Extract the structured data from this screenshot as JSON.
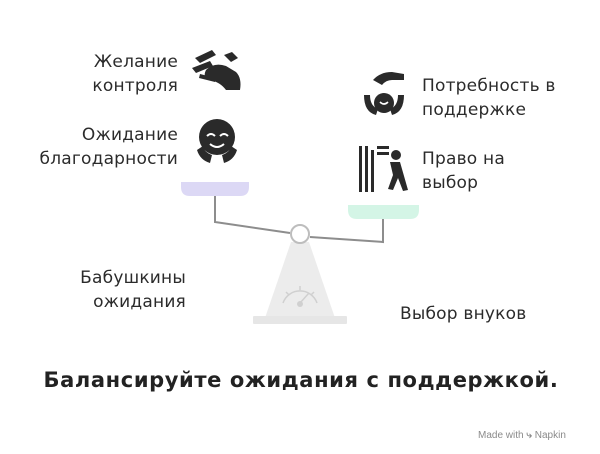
{
  "left_items": [
    {
      "label_line1": "Желание",
      "label_line2": "контроля",
      "icon": "hand-control-icon"
    },
    {
      "label_line1": "Ожидание",
      "label_line2": "благодарности",
      "icon": "grateful-face-icon"
    }
  ],
  "right_items": [
    {
      "label_line1": "Потребность в",
      "label_line2": "поддержке",
      "icon": "support-hand-icon"
    },
    {
      "label_line1": "Право на",
      "label_line2": "выбор",
      "icon": "choice-walk-icon"
    }
  ],
  "left_side_label_line1": "Бабушкины",
  "left_side_label_line2": "ожидания",
  "right_side_label": "Выбор внуков",
  "headline": "Балансируйте ожидания с поддержкой.",
  "footer_made_with": "Made with",
  "footer_brand": "Napkin",
  "colors": {
    "left_pan": "#dcd8f5",
    "right_pan": "#d4f5e6",
    "beam": "#8a8a8a",
    "stand": "#ededed"
  }
}
